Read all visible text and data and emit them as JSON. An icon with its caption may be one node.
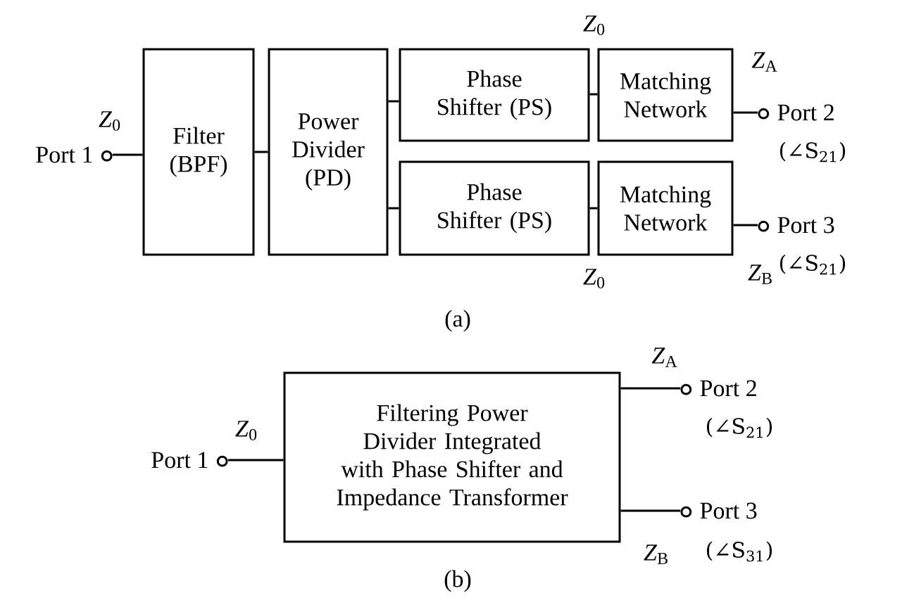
{
  "diagram": {
    "nodes": [
      {
        "text": [
          "Port 1"
        ]
      },
      {
        "text": [
          "Filter (BPF)"
        ]
      },
      {
        "text": [
          "Power Divider (PD)"
        ]
      },
      {
        "text": [
          "Phase Shifter (PS)"
        ]
      },
      {
        "text": [
          "Matching Network"
        ]
      },
      {
        "text": [
          "Port 2"
        ],
        "beside": [
          "(∠S$_{21}$)"
        ]
      },
      {
        "text": [
          "Phase Shifter (PS)"
        ]
      },
      {
        "text": [
          "Matching Network"
        ]
      },
      {
        "text": [
          "Port 3"
        ],
        "beside": [
          "(∠S$_{21}$)"
        ]
      },
      {
        "text": [
          "Port 1"
        ]
      },
      {
        "text": [
          "Filtering Power Divider Integrated with Phase Shifter and Impedance Transformer"
        ]
      },
      {
        "text": [
          "Port 2"
        ],
        "beside": [
          "(∠S$_{21}$)"
        ]
      },
      {
        "text": [
          "Port 3"
        ],
        "beside": [
          "(∠S$_{31}$)"
        ]
      }
    ],
    "edges": [
      {
        "from": 1,
        "to": 0,
        "arrow": "none"
      },
      {
        "from": 1,
        "to": 2,
        "arrow": "none"
      },
      {
        "from": 2,
        "to": 3,
        "arrow": "none"
      },
      {
        "from": 2,
        "to": 6,
        "arrow": "none"
      },
      {
        "from": 3,
        "to": 4,
        "arrow": "none"
      },
      {
        "from": 6,
        "to": 7,
        "arrow": "none"
      },
      {
        "from": 4,
        "to": 5,
        "arrow": "none"
      },
      {
        "from": 7,
        "to": 8,
        "arrow": "none"
      },
      {
        "from": 10,
        "to": 9,
        "arrow": "none"
      },
      {
        "from": 10,
        "to": 11,
        "arrow": "none"
      },
      {
        "from": 10,
        "to": 12,
        "arrow": "none"
      }
    ],
    "labels": [
      "*Z*$_{0}$",
      "*Z*$_{0}$",
      "*Z*$_{A}$",
      "*Z*$_{B}$",
      "*Z*$_{0}$",
      "(a)",
      "*Z*$_{A}$",
      "*Z*$_{0}$",
      "*Z*$_{B}$",
      "(b)"
    ]
  }
}
